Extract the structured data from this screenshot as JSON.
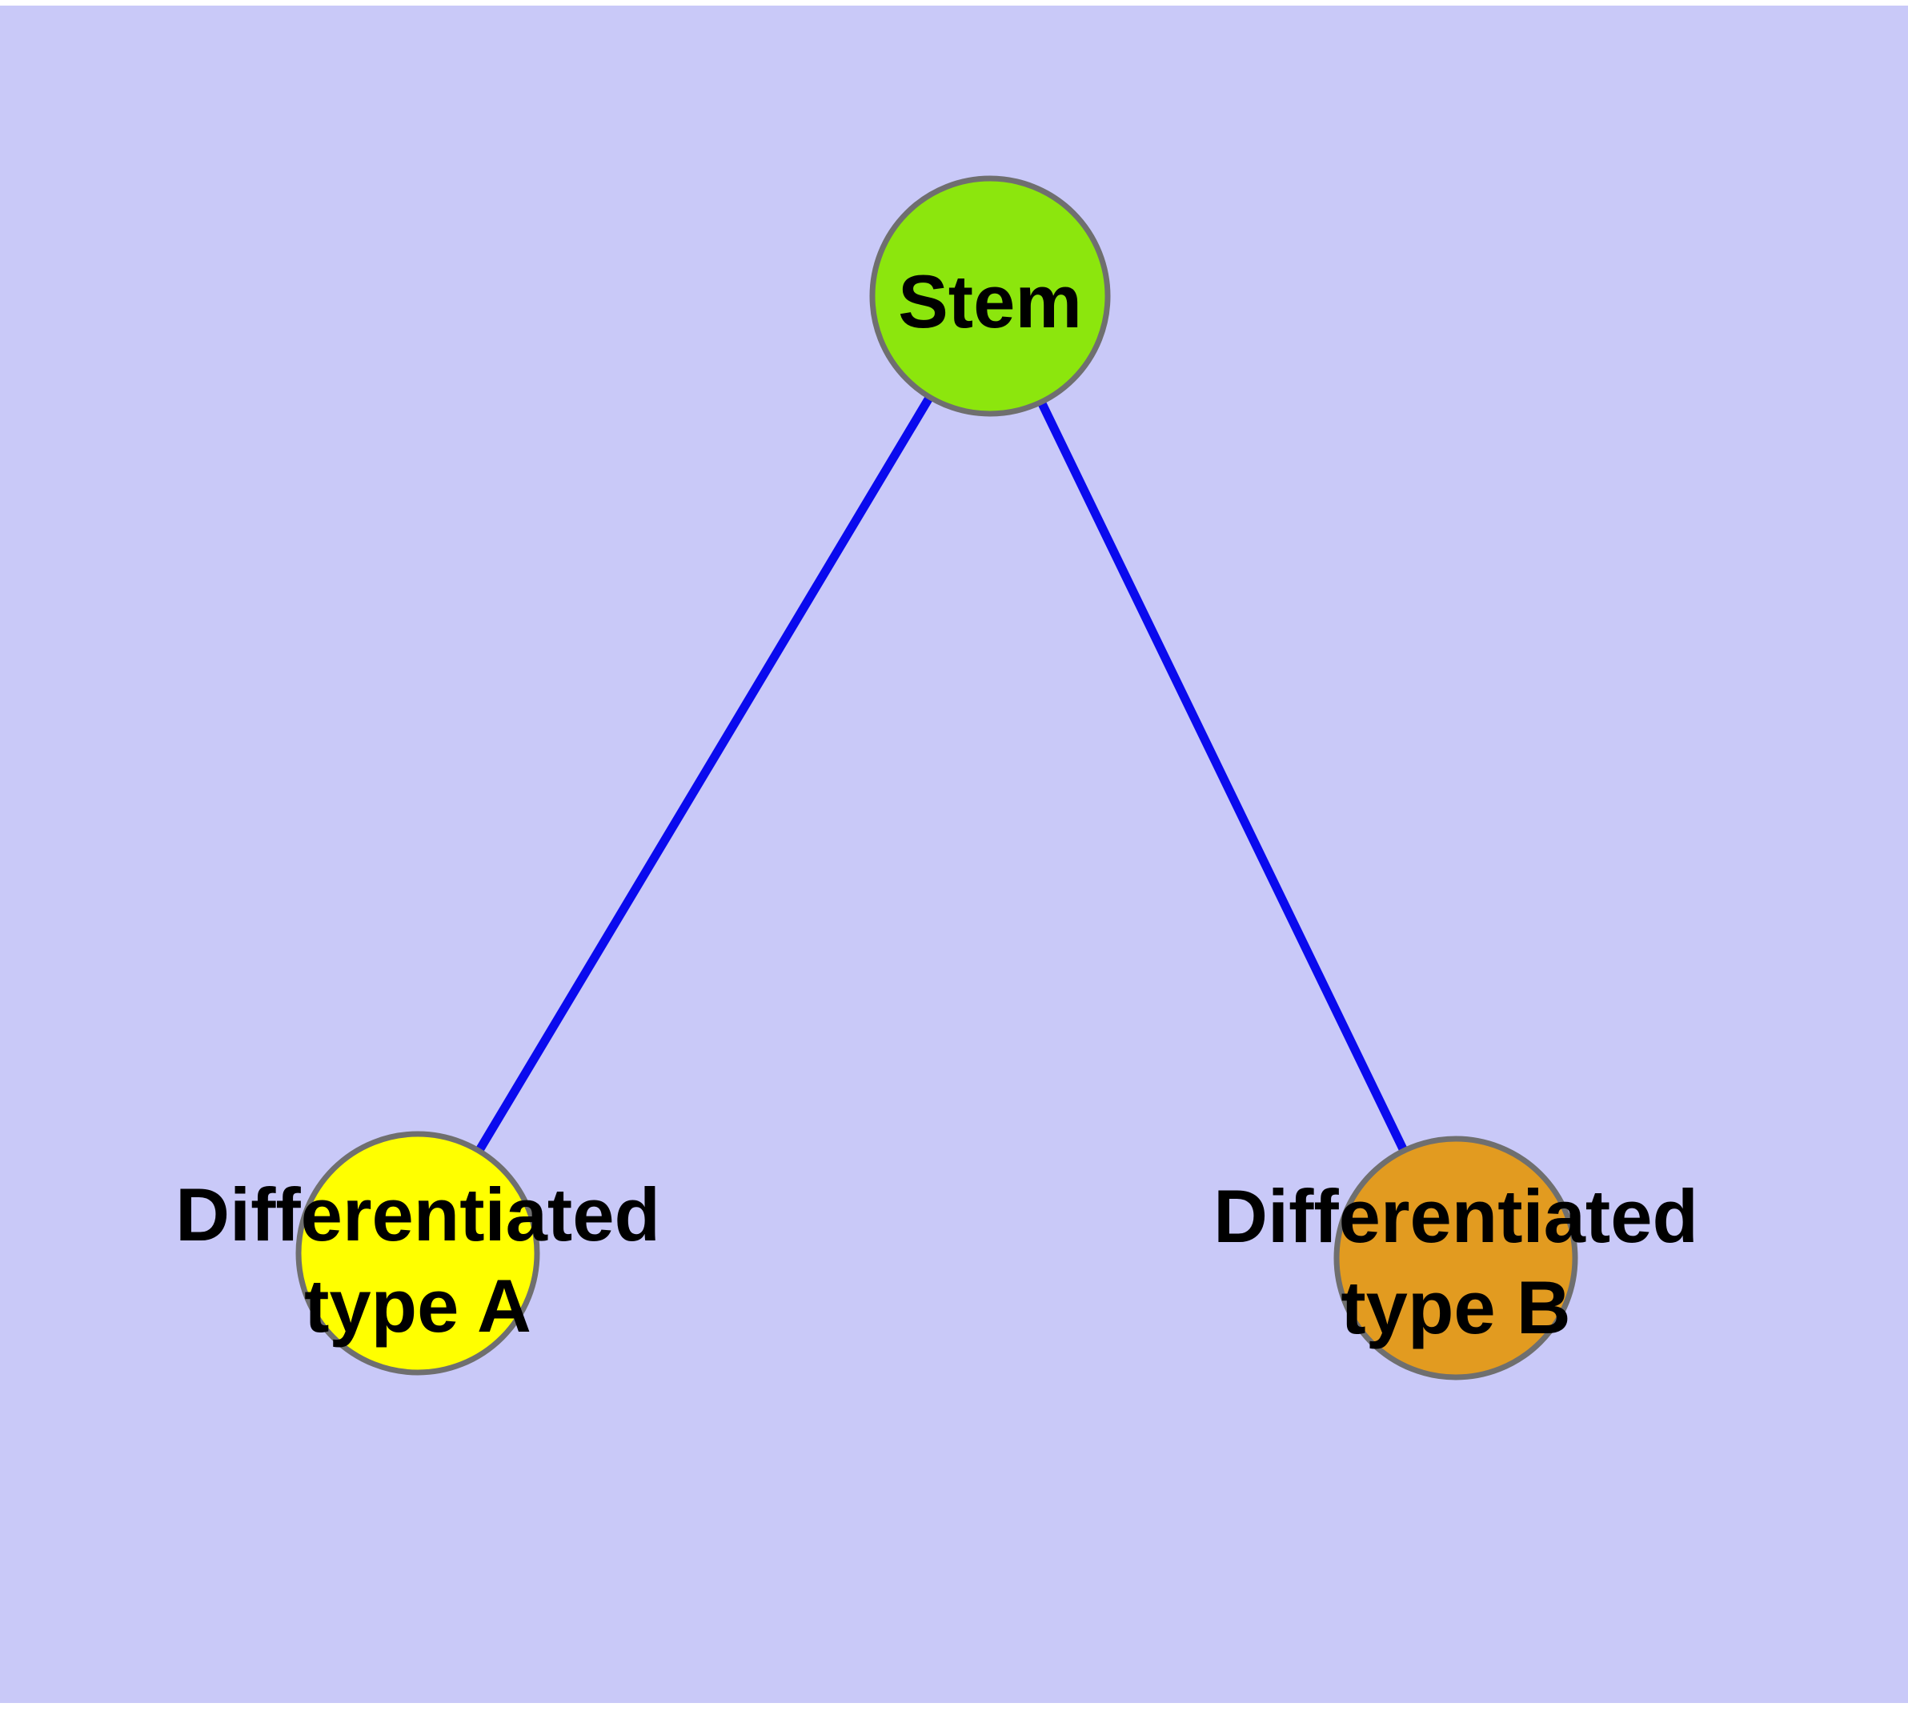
{
  "diagram": {
    "canvas_color": "#C9C9F8",
    "page_margin_color": "#FFFFFF",
    "edge_color": "#0A0AEE",
    "node_border_color": "#6F6F6F",
    "label_color": "#000000",
    "nodes": {
      "stem": {
        "label": "Stem",
        "fill": "#8CE60D"
      },
      "type_a": {
        "label_line1": "Differentiated",
        "label_line2": "type A",
        "fill": "#FFFF00"
      },
      "type_b": {
        "label_line1": "Differentiated",
        "label_line2": "type B",
        "fill": "#E29B20"
      }
    },
    "edges": [
      {
        "from": "Stem",
        "to": "Differentiated type A"
      },
      {
        "from": "Stem",
        "to": "Differentiated type B"
      }
    ]
  }
}
